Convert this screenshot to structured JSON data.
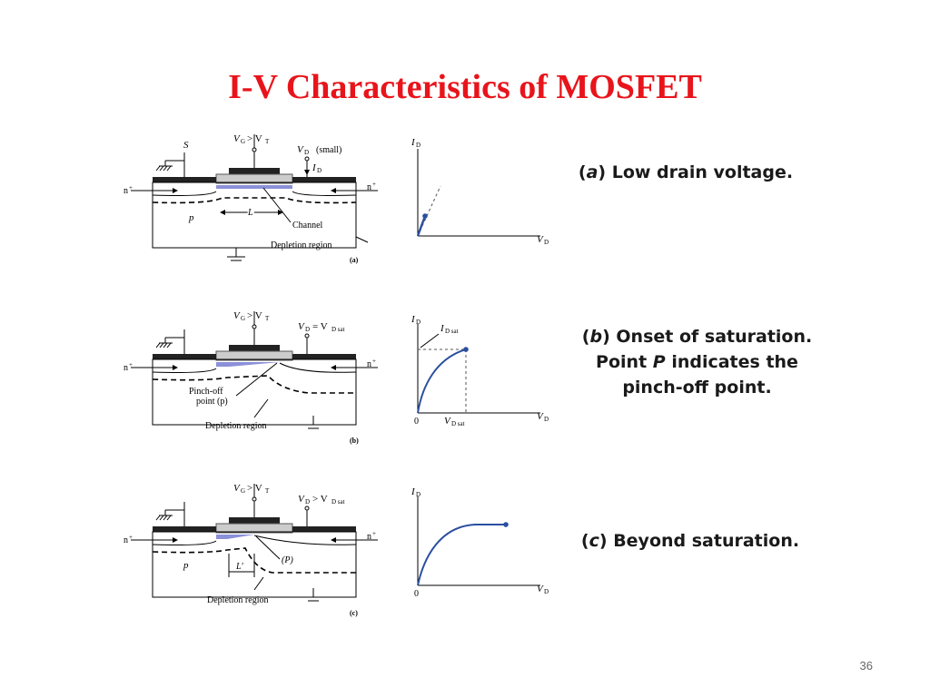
{
  "slide": {
    "title": "I-V Characteristics of MOSFET",
    "page_number": "36",
    "title_color": "#e8141b",
    "curve_color": "#2a4fa0"
  },
  "panels": [
    {
      "id": "a",
      "gate_label": "V_G > V_T",
      "drain_label": "V_D (small)",
      "source_label": "S",
      "current_label": "I_D",
      "n_left": "n+",
      "n_right": "n+",
      "substrate": "p",
      "length_label": "L",
      "annotations": [
        "Channel",
        "Depletion region"
      ],
      "figure_label": "(a)",
      "graph": {
        "y_axis": "I_D",
        "x_axis": "V_D"
      },
      "caption": {
        "letter": "a",
        "lines": [
          "Low drain voltage."
        ]
      }
    },
    {
      "id": "b",
      "gate_label": "V_G > V_T",
      "drain_label": "V_D = V_D sat",
      "n_left": "n+",
      "n_right": "n+",
      "annotations": [
        "Pinch-off",
        "point (p)",
        "Depletion region"
      ],
      "figure_label": "(b)",
      "graph": {
        "y_axis": "I_D",
        "x_axis": "V_D",
        "y_mark": "I_D sat",
        "x_mark": "V_D sat",
        "origin": "0"
      },
      "caption": {
        "letter": "b",
        "lines": [
          "Onset of saturation.",
          "Point P indicates the",
          "pinch-off point."
        ]
      }
    },
    {
      "id": "c",
      "gate_label": "V_G > V_T",
      "drain_label": "V_D > V_D sat",
      "n_left": "n+",
      "n_right": "n+",
      "substrate": "p",
      "length_label": "L'",
      "point_label": "(P)",
      "annotations": [
        "Depletion region"
      ],
      "figure_label": "(c)",
      "graph": {
        "y_axis": "I_D",
        "x_axis": "V_D",
        "origin": "0"
      },
      "caption": {
        "letter": "c",
        "lines": [
          "Beyond saturation."
        ]
      }
    }
  ]
}
